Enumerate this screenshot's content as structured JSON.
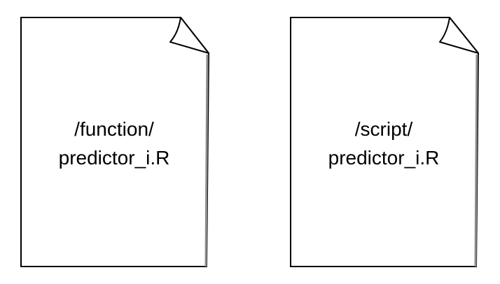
{
  "colors": {
    "background": "#ffffff",
    "stroke": "#000000",
    "shadow": "#8c8c8c",
    "fill": "#ffffff"
  },
  "documents": [
    {
      "icon": "document-page-icon",
      "line1": "/function/",
      "line2": "predictor_i.R"
    },
    {
      "icon": "document-page-icon",
      "line1": "/script/",
      "line2": "predictor_i.R"
    }
  ]
}
